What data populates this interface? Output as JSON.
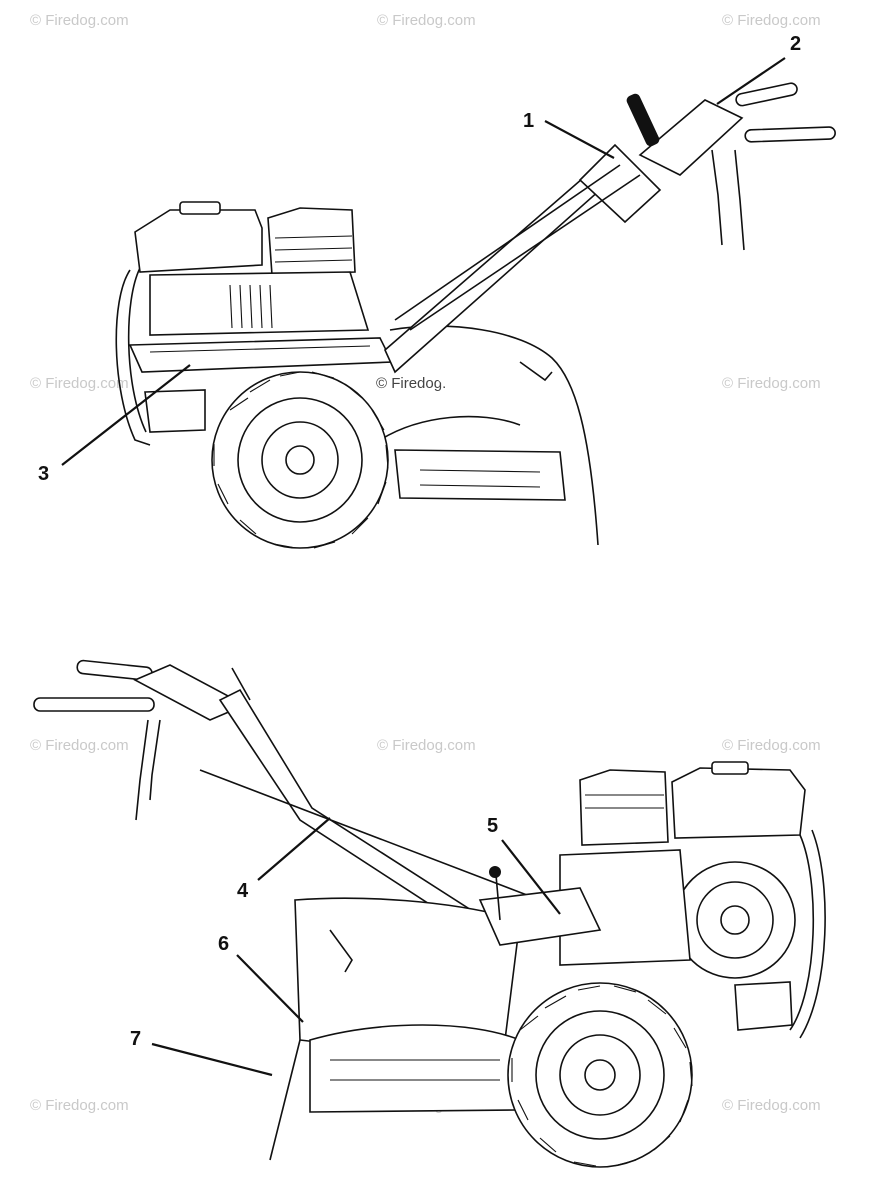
{
  "watermark": "© Firedog.com",
  "watermark_center": "© Firedog.com",
  "callouts": {
    "c1": "1",
    "c2": "2",
    "c3": "3",
    "c4": "4",
    "c5": "5",
    "c6": "6",
    "c7": "7"
  }
}
